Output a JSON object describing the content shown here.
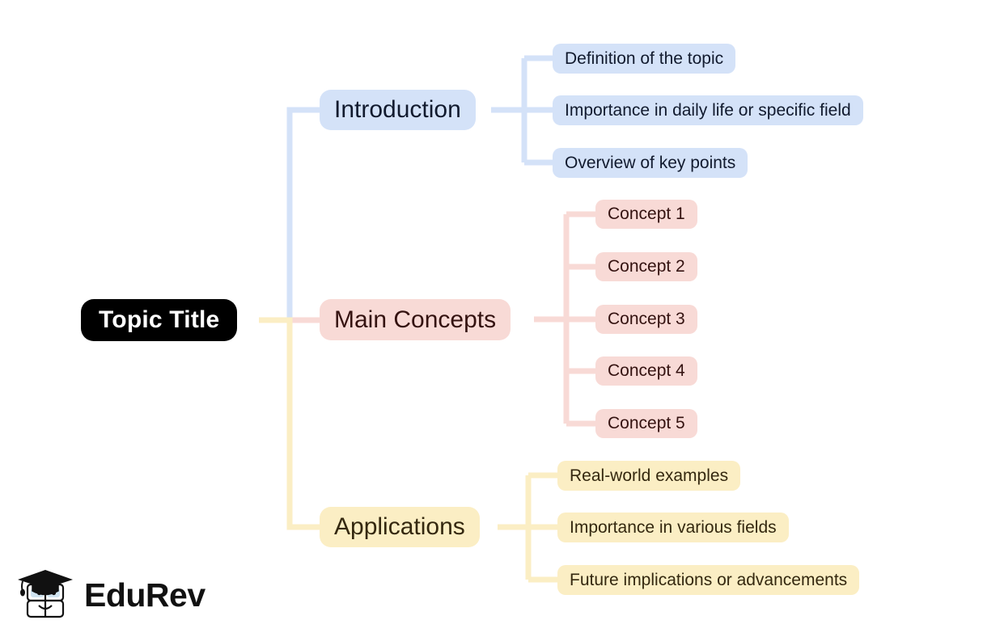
{
  "diagram": {
    "type": "mind-map",
    "title": "Topic Title",
    "root": {
      "label": "Topic Title",
      "background": "#000000",
      "text_color": "#ffffff"
    },
    "branches": [
      {
        "id": "introduction",
        "label": "Introduction",
        "color_name": "blue",
        "fill": "#d4e2f8",
        "text_color": "#111a2e",
        "connector": "#d4e2f8",
        "children": [
          {
            "label": "Definition of the topic"
          },
          {
            "label": "Importance in daily life or specific field"
          },
          {
            "label": "Overview of key points"
          }
        ]
      },
      {
        "id": "main-concepts",
        "label": "Main Concepts",
        "color_name": "pink",
        "fill": "#f8dad6",
        "text_color": "#341210",
        "connector": "#f8dad6",
        "children": [
          {
            "label": "Concept 1"
          },
          {
            "label": "Concept 2"
          },
          {
            "label": "Concept 3"
          },
          {
            "label": "Concept 4"
          },
          {
            "label": "Concept 5"
          }
        ]
      },
      {
        "id": "applications",
        "label": "Applications",
        "color_name": "yellow",
        "fill": "#fbeec4",
        "text_color": "#34280f",
        "connector": "#fbeec4",
        "children": [
          {
            "label": "Real-world examples"
          },
          {
            "label": "Importance in various fields"
          },
          {
            "label": "Future implications or advancements"
          }
        ]
      }
    ]
  },
  "watermark": {
    "brand": "EduRev",
    "mark_icon": "graduation-cap-book-icon"
  }
}
